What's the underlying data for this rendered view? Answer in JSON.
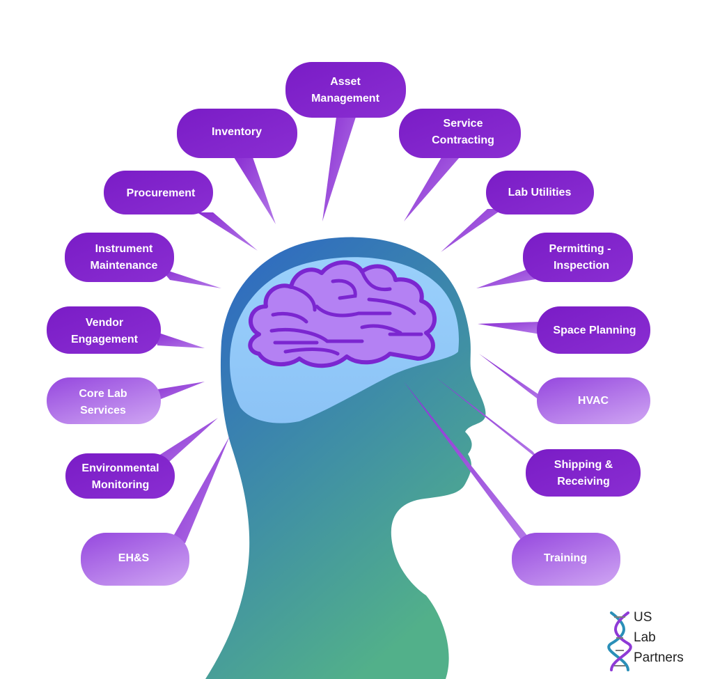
{
  "bubbles": [
    {
      "id": "asset-management",
      "lines": [
        "Asset",
        "Management"
      ]
    },
    {
      "id": "inventory",
      "lines": [
        "Inventory"
      ]
    },
    {
      "id": "service-contracting",
      "lines": [
        "Service",
        "Contracting"
      ]
    },
    {
      "id": "procurement",
      "lines": [
        "Procurement"
      ]
    },
    {
      "id": "lab-utilities",
      "lines": [
        "Lab Utilities"
      ]
    },
    {
      "id": "instrument-maintenance",
      "lines": [
        "Instrument",
        "Maintenance"
      ]
    },
    {
      "id": "permitting-inspection",
      "lines": [
        "Permitting -",
        "Inspection"
      ]
    },
    {
      "id": "vendor-engagement",
      "lines": [
        "Vendor",
        "Engagement"
      ]
    },
    {
      "id": "space-planning",
      "lines": [
        "Space Planning"
      ]
    },
    {
      "id": "core-lab-services",
      "lines": [
        "Core Lab",
        "Services"
      ]
    },
    {
      "id": "hvac",
      "lines": [
        "HVAC"
      ]
    },
    {
      "id": "environmental-monitoring",
      "lines": [
        "Environmental",
        "Monitoring"
      ]
    },
    {
      "id": "shipping-receiving",
      "lines": [
        "Shipping &",
        "Receiving"
      ]
    },
    {
      "id": "ehs",
      "lines": [
        "EH&S"
      ]
    },
    {
      "id": "training",
      "lines": [
        "Training"
      ]
    }
  ],
  "logo": {
    "line1": "US",
    "line2": "Lab",
    "line3": "Partners"
  },
  "colors": {
    "bubble_dark": "#7a1ec8",
    "bubble_light": "#c99af0",
    "head_top": "#2c6bc8",
    "head_bottom": "#4fb08d",
    "brain": "#b37ff2",
    "brain_outline": "#7c28d0",
    "skull": "#8fc6f8"
  }
}
